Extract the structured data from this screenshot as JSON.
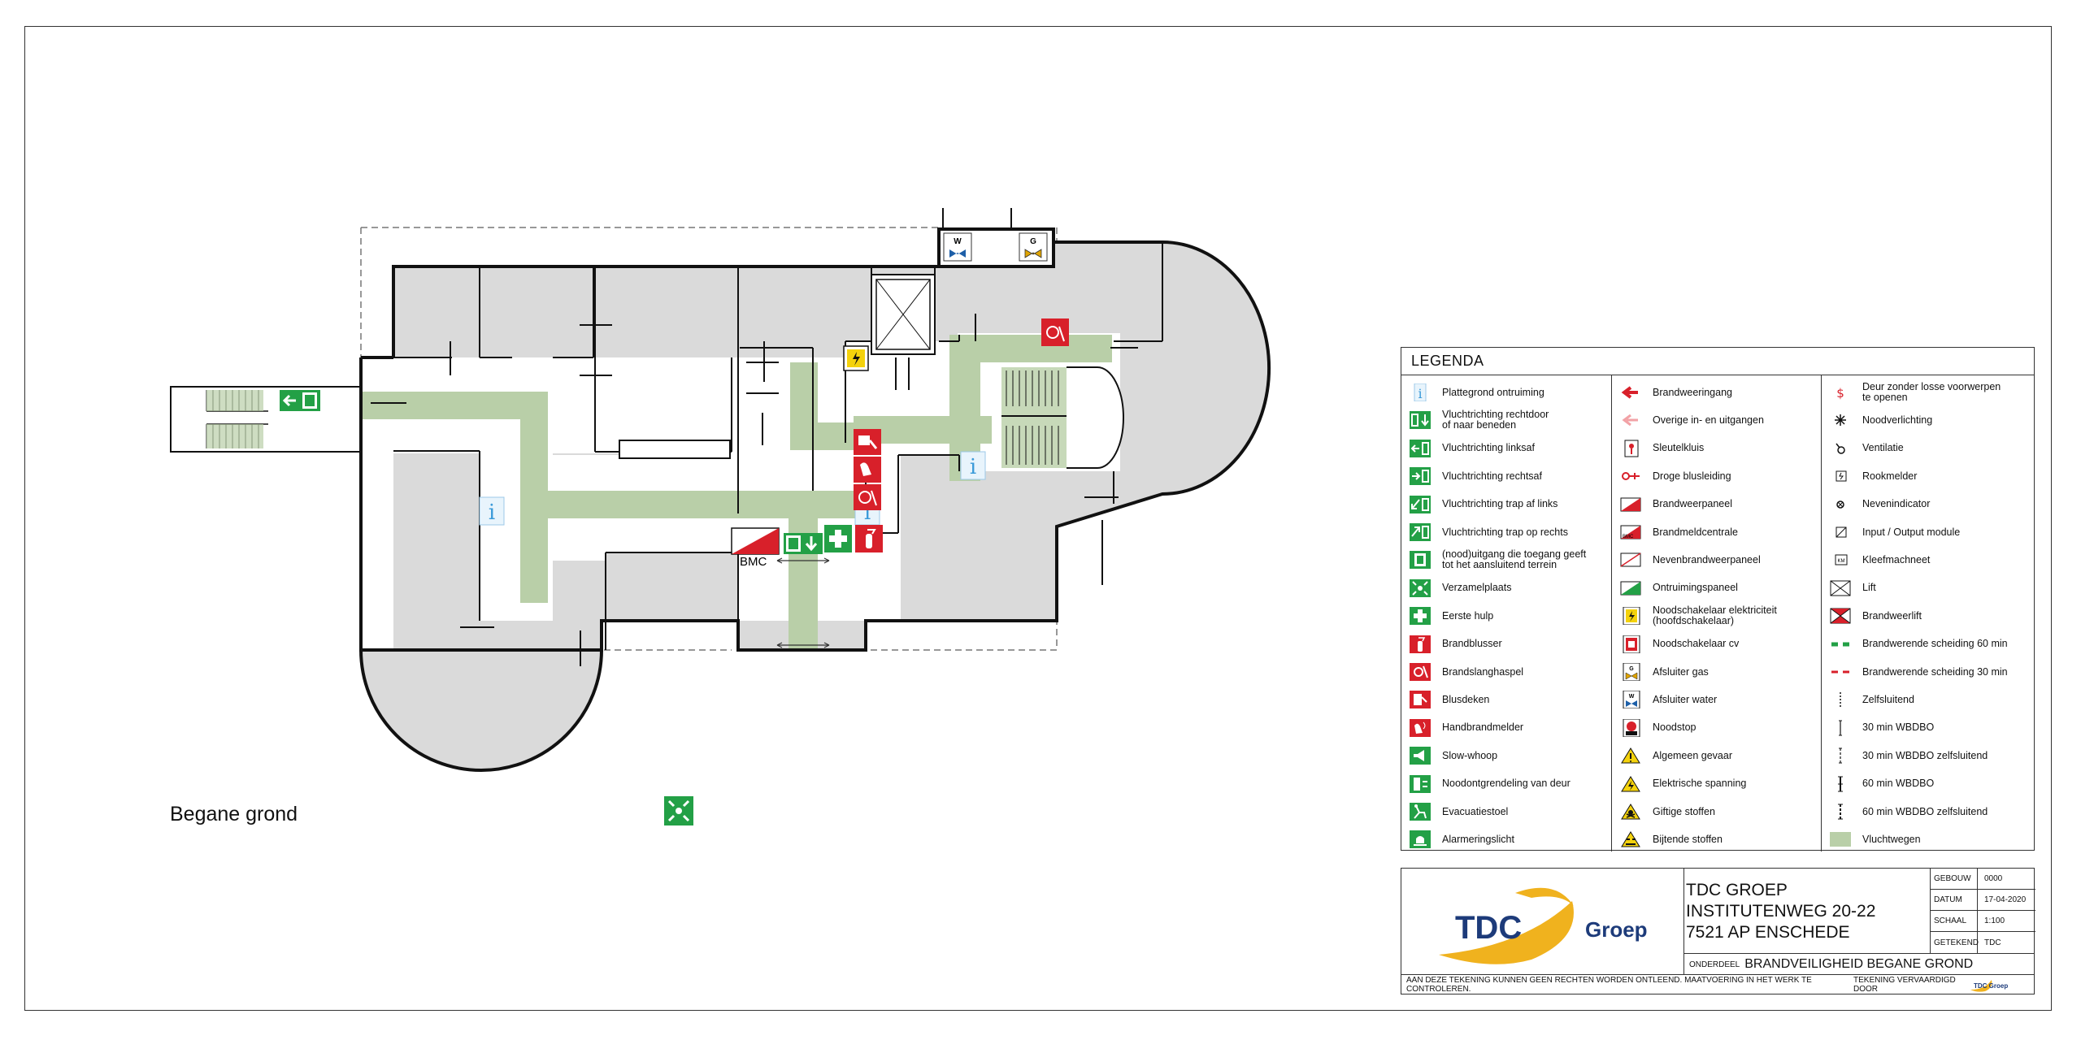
{
  "colors": {
    "escape_route": "#b9cfa8",
    "room_fill": "#dadada",
    "wall": "#111111",
    "safety_green": "#23a046",
    "fire_red": "#d8202a",
    "info_blue": "#3a9ad9",
    "warning_yellow": "#f4d20c",
    "logo_gold": "#f0b21e",
    "logo_navy": "#1d3b7a"
  },
  "plan": {
    "floor_label": "Begane grond",
    "bmc_label": "BMC",
    "valve_water_letter": "W",
    "valve_gas_letter": "G"
  },
  "legend": {
    "title": "LEGENDA",
    "columns": [
      [
        {
          "icon": "info-sign-icon",
          "label": "Plattegrond ontruiming"
        },
        {
          "icon": "escape-straight-down-icon",
          "label": "Vluchtrichting rechtdoor\nof naar beneden"
        },
        {
          "icon": "escape-left-icon",
          "label": "Vluchtrichting linksaf"
        },
        {
          "icon": "escape-right-icon",
          "label": "Vluchtrichting rechtsaf"
        },
        {
          "icon": "escape-stairs-down-left-icon",
          "label": "Vluchtrichting trap af links"
        },
        {
          "icon": "escape-stairs-up-right-icon",
          "label": "Vluchtrichting trap op rechts"
        },
        {
          "icon": "emergency-exit-terrain-icon",
          "label": "(nood)uitgang die toegang geeft\ntot het aansluitend terrein"
        },
        {
          "icon": "assembly-point-icon",
          "label": "Verzamelplaats"
        },
        {
          "icon": "first-aid-icon",
          "label": "Eerste hulp"
        },
        {
          "icon": "fire-extinguisher-icon",
          "label": "Brandblusser"
        },
        {
          "icon": "fire-hose-reel-icon",
          "label": "Brandslanghaspel"
        },
        {
          "icon": "fire-blanket-icon",
          "label": "Blusdeken"
        },
        {
          "icon": "manual-call-point-icon",
          "label": "Handbrandmelder"
        },
        {
          "icon": "slow-whoop-icon",
          "label": "Slow-whoop"
        },
        {
          "icon": "door-release-icon",
          "label": "Noodontgrendeling van deur"
        },
        {
          "icon": "evacuation-chair-icon",
          "label": "Evacuatiestoel"
        },
        {
          "icon": "alarm-light-icon",
          "label": "Alarmeringslicht"
        }
      ],
      [
        {
          "icon": "fire-brigade-entrance-icon",
          "label": "Brandweeringang"
        },
        {
          "icon": "other-entrance-icon",
          "label": "Overige in- en uitgangen"
        },
        {
          "icon": "key-safe-icon",
          "label": "Sleutelkluis"
        },
        {
          "icon": "dry-riser-icon",
          "label": "Droge blusleiding"
        },
        {
          "icon": "fire-brigade-panel-icon",
          "label": "Brandweerpaneel"
        },
        {
          "icon": "fire-alarm-central-icon",
          "label": "Brandmeldcentrale"
        },
        {
          "icon": "secondary-fire-panel-icon",
          "label": "Nevenbrandweerpaneel"
        },
        {
          "icon": "evacuation-panel-icon",
          "label": "Ontruimingspaneel"
        },
        {
          "icon": "main-switch-icon",
          "label": "Noodschakelaar elektriciteit\n(hoofdschakelaar)"
        },
        {
          "icon": "heating-switch-icon",
          "label": "Noodschakelaar cv"
        },
        {
          "icon": "gas-shutoff-icon",
          "label": "Afsluiter gas"
        },
        {
          "icon": "water-shutoff-icon",
          "label": "Afsluiter water"
        },
        {
          "icon": "emergency-stop-icon",
          "label": "Noodstop"
        },
        {
          "icon": "general-danger-icon",
          "label": "Algemeen gevaar"
        },
        {
          "icon": "electric-voltage-icon",
          "label": "Elektrische spanning"
        },
        {
          "icon": "toxic-substances-icon",
          "label": "Giftige stoffen"
        },
        {
          "icon": "corrosive-substances-icon",
          "label": "Bijtende stoffen"
        }
      ],
      [
        {
          "icon": "door-no-objects-icon",
          "label": "Deur zonder losse voorwerpen\nte openen"
        },
        {
          "icon": "emergency-lighting-icon",
          "label": "Noodverlichting"
        },
        {
          "icon": "ventilation-icon",
          "label": "Ventilatie"
        },
        {
          "icon": "smoke-detector-icon",
          "label": "Rookmelder"
        },
        {
          "icon": "secondary-indicator-icon",
          "label": "Nevenindicator"
        },
        {
          "icon": "io-module-icon",
          "label": "Input / Output module"
        },
        {
          "icon": "adhesive-magnet-icon",
          "label": "Kleefmachneet"
        },
        {
          "icon": "lift-icon",
          "label": "Lift"
        },
        {
          "icon": "fire-lift-icon",
          "label": "Brandweerlift"
        },
        {
          "icon": "fire-separation-60-icon",
          "label": "Brandwerende scheiding 60 min"
        },
        {
          "icon": "fire-separation-30-icon",
          "label": "Brandwerende scheiding 30 min"
        },
        {
          "icon": "self-closing-door-icon",
          "label": "Zelfsluitend"
        },
        {
          "icon": "door-30-wbdbo-icon",
          "label": "30 min WBDBO"
        },
        {
          "icon": "door-30-wbdbo-self-closing-icon",
          "label": "30 min WBDBO zelfsluitend"
        },
        {
          "icon": "door-60-wbdbo-icon",
          "label": "60 min WBDBO"
        },
        {
          "icon": "door-60-wbdbo-self-closing-icon",
          "label": "60 min WBDBO zelfsluitend"
        },
        {
          "icon": "escape-routes-swatch-icon",
          "label": "Vluchtwegen"
        }
      ]
    ]
  },
  "title_block": {
    "logo_text": "TDC",
    "logo_word": "Groep",
    "company": "TDC GROEP",
    "address_line1": "INSTITUTENWEG 20-22",
    "address_line2": "7521 AP ENSCHEDE",
    "meta": [
      {
        "key": "GEBOUW",
        "value": "0000"
      },
      {
        "key": "DATUM",
        "value": "17-04-2020"
      },
      {
        "key": "SCHAAL",
        "value": "1:100"
      },
      {
        "key": "GETEKEND",
        "value": "TDC"
      }
    ],
    "subject_key": "ONDERDEEL",
    "subject_value": "BRANDVEILIGHEID BEGANE GROND",
    "disclaimer": "AAN DEZE TEKENING KUNNEN GEEN RECHTEN WORDEN ONTLEEND. MAATVOERING IN HET WERK TE CONTROLEREN.",
    "made_by_label": "TEKENING VERVAARDIGD DOOR",
    "small_logo_text": "TDC Groep"
  }
}
